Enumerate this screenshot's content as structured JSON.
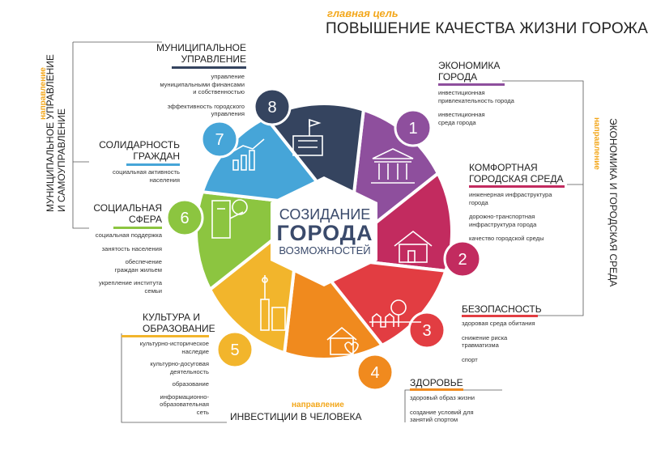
{
  "goal": {
    "tag": "главная цель",
    "title": "ПОВЫШЕНИЕ КАЧЕСТВА ЖИЗНИ ГОРОЖАН"
  },
  "center": {
    "line1": "СОЗИДАНИЕ",
    "line2": "ГОРОДА",
    "line3": "ВОЗМОЖНОСТЕЙ"
  },
  "directions": {
    "left": {
      "tag": "направление",
      "line1": "МУНИЦИПАЛЬНОЕ УПРАВЛЕНИЕ",
      "line2": "И САМОУПРАВЛЕНИЕ"
    },
    "right": {
      "tag": "направление",
      "line1": "ЭКОНОМИКА И ГОРОДСКАЯ СРЕДА"
    },
    "bottom": {
      "tag": "направление",
      "line1": "ИНВЕСТИЦИИ В ЧЕЛОВЕКА"
    }
  },
  "segments": [
    {
      "num": "1",
      "color": "#8e4f9d"
    },
    {
      "num": "2",
      "color": "#c22b5f"
    },
    {
      "num": "3",
      "color": "#e23d42"
    },
    {
      "num": "4",
      "color": "#f08a1e"
    },
    {
      "num": "5",
      "color": "#f2b52c"
    },
    {
      "num": "6",
      "color": "#8cc540"
    },
    {
      "num": "7",
      "color": "#46a5d8"
    },
    {
      "num": "8",
      "color": "#35445f"
    }
  ],
  "blocks": {
    "economy": {
      "title1": "ЭКОНОМИКА",
      "title2": "ГОРОДА",
      "items": [
        "инвестиционная",
        "привлекательность города",
        "инвестиционная",
        "среда города"
      ]
    },
    "comfort": {
      "title1": "КОМФОРТНАЯ",
      "title2": "ГОРОДСКАЯ СРЕДА",
      "items": [
        "инженерная инфраструктура",
        "города",
        "дорожно-транспортная",
        "инфраструктура города",
        "качество городской среды"
      ]
    },
    "safety": {
      "title1": "БЕЗОПАСНОСТЬ",
      "items": [
        "здоровая среда обитания",
        "снижение риска",
        "травматизма",
        "спорт"
      ]
    },
    "health": {
      "title1": "ЗДОРОВЬЕ",
      "items": [
        "здоровый образ жизни",
        "создание условий для",
        "занятий спортом"
      ]
    },
    "culture": {
      "title1": "КУЛЬТУРА И",
      "title2": "ОБРАЗОВАНИЕ",
      "items": [
        "культурно-историческое",
        "наследие",
        "культурно-досуговая",
        "деятельность",
        "образование",
        "информационно-",
        "образовательная",
        "сеть"
      ]
    },
    "social": {
      "title1": "СОЦИАЛЬНАЯ",
      "title2": "СФЕРА",
      "items": [
        "социальная поддержка",
        "занятость населения",
        "обеспечение",
        "граждан жильем",
        "укрепление института",
        "семьи"
      ]
    },
    "solidarity": {
      "title1": "СОЛИДАРНОСТЬ",
      "title2": "ГРАЖДАН",
      "items": [
        "социальная активность",
        "населения"
      ]
    },
    "municipal": {
      "title1": "МУНИЦИПАЛЬНОЕ",
      "title2": "УПРАВЛЕНИЕ",
      "items": [
        "управление",
        "муниципальными финансами",
        "и собственностью",
        "эффективность городского",
        "управления"
      ]
    }
  }
}
